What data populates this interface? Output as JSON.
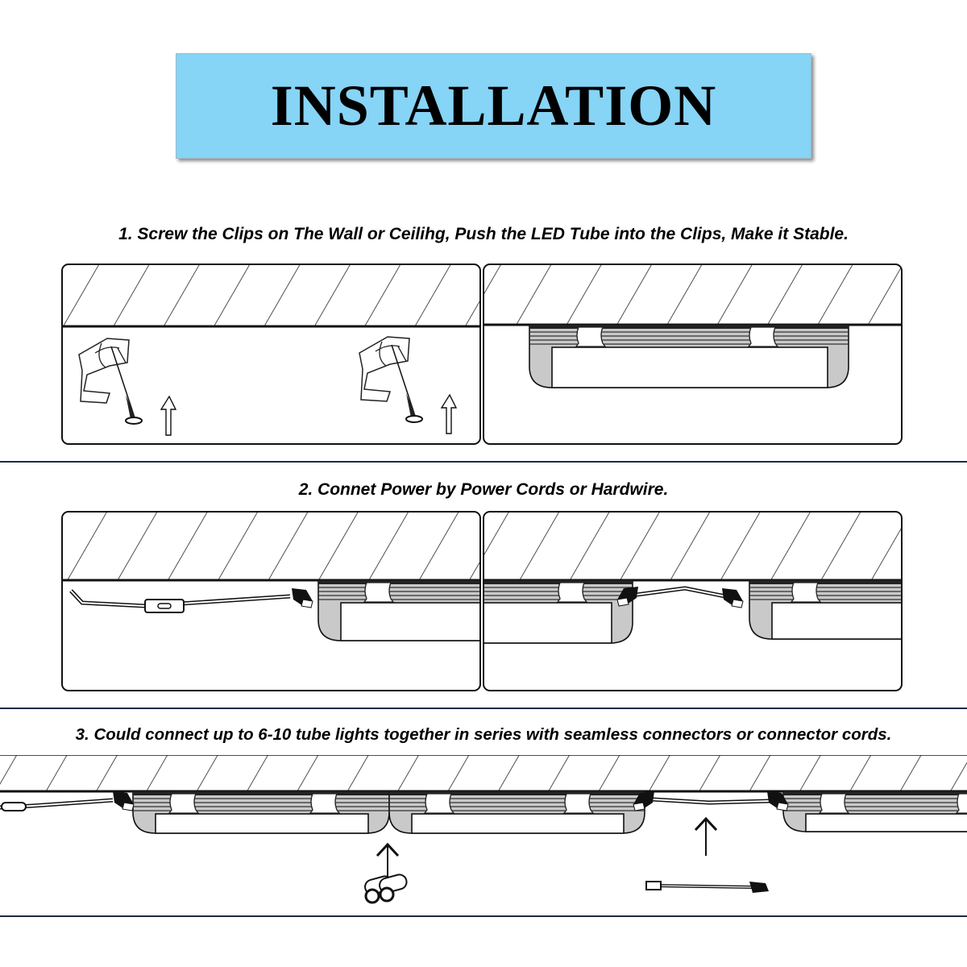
{
  "title": "INSTALLATION",
  "steps": [
    {
      "text": "1. Screw the Clips on The Wall or Ceilihg, Push the LED Tube into the Clips, Make it Stable."
    },
    {
      "text": "2. Connet Power by Power Cords or Hardwire."
    },
    {
      "text": "3. Could connect up to 6-10 tube lights together in series with seamless connectors or connector cords."
    }
  ],
  "colors": {
    "banner": "#86d4f6",
    "separator": "#1c2b44",
    "housing": "#c9c9c9"
  }
}
